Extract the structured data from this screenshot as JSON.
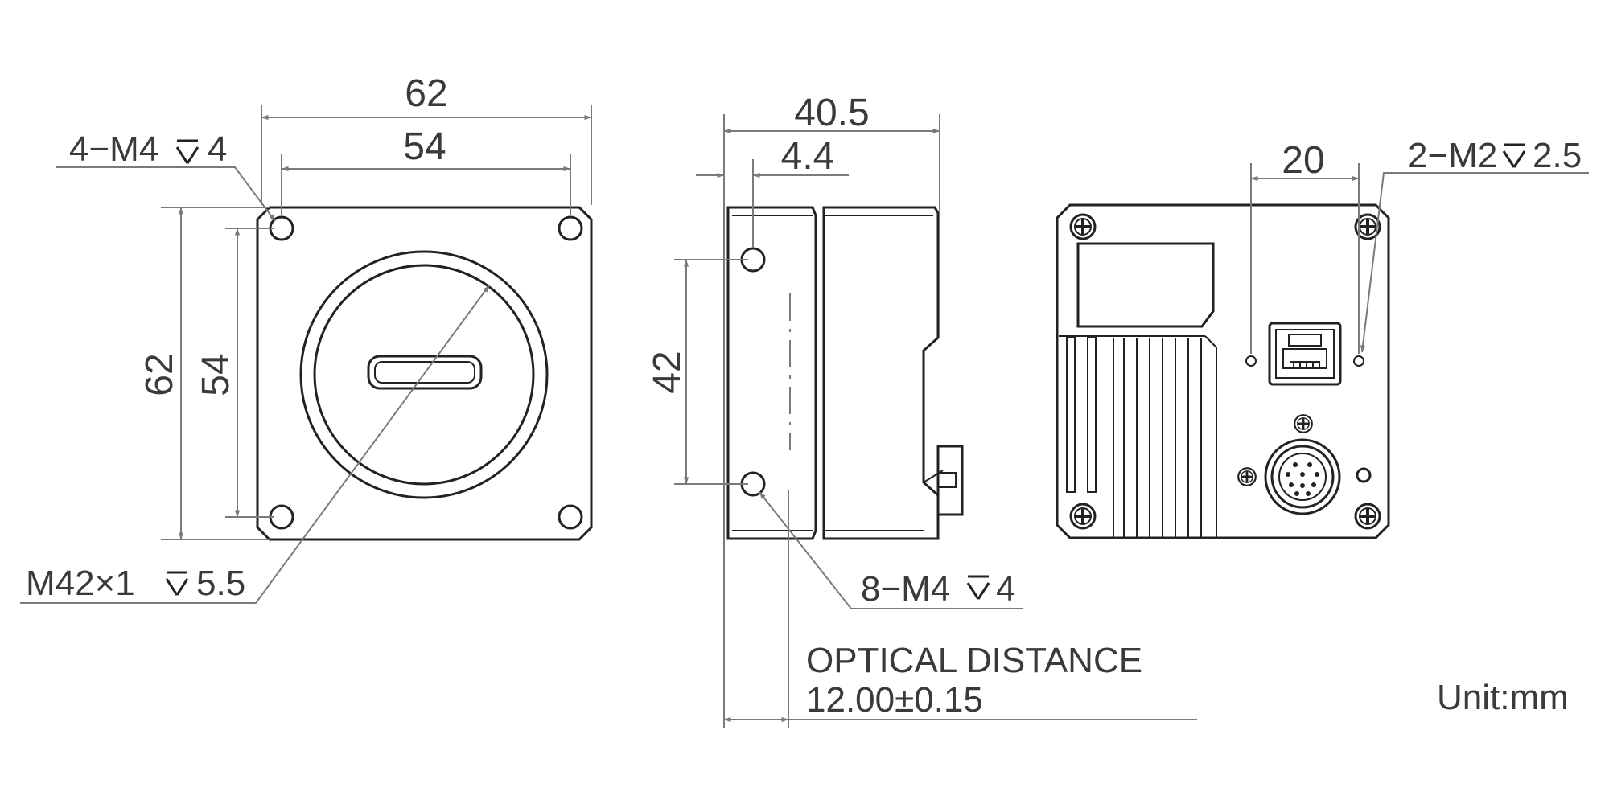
{
  "labels": {
    "front_width": "62",
    "front_hole_width": "54",
    "front_height": "62",
    "front_hole_height": "54",
    "mount_holes": "4−M4",
    "mount_holes_depth": "4",
    "lens_mount": "M42×1",
    "lens_mount_depth": "5.5",
    "side_length": "40.5",
    "side_offset": "4.4",
    "side_hole_spacing": "42",
    "side_holes": "8−M4",
    "side_holes_depth": "4",
    "optical_distance_title": "OPTICAL DISTANCE",
    "optical_distance_value": "12.00±0.15",
    "rear_hole_spacing": "20",
    "rear_holes": "2−M2",
    "rear_holes_depth": "2.5",
    "unit": "Unit:mm"
  },
  "colors": {
    "outline": "#222222",
    "dimension": "#7a7a7a",
    "text": "#3a3a3a"
  }
}
